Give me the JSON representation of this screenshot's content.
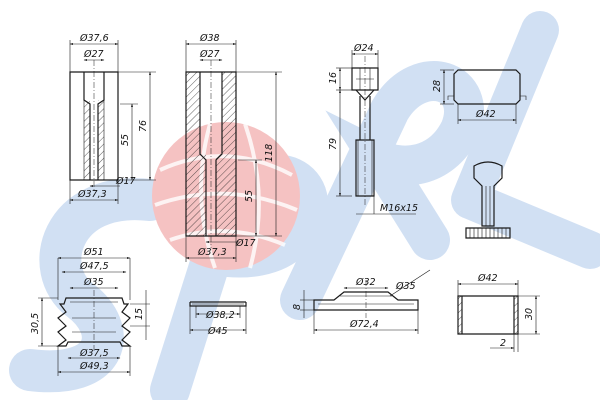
{
  "drawing": {
    "watermark": {
      "text": "SPRL",
      "color_blue": "#c9dbf2",
      "color_red": "#f4b8b8"
    },
    "part1": {
      "d_outer_top": "Ø37,6",
      "d_bore_top": "Ø27",
      "height_total": "76",
      "height_bore": "55",
      "d_hole": "Ø17",
      "d_outer_bottom": "Ø37,3"
    },
    "part2": {
      "d_outer_top": "Ø38",
      "d_bore_top": "Ø27",
      "height_total": "118",
      "height_bore": "55",
      "d_hole": "Ø17",
      "d_outer_bottom": "Ø37,3"
    },
    "bolt": {
      "d_head": "Ø24",
      "head_height": "16",
      "length": "79",
      "thread": "M16x15"
    },
    "cap": {
      "height": "28",
      "diameter": "Ø42"
    },
    "boot": {
      "d_top": "Ø51",
      "d_flange": "Ø47,5",
      "d_inner_top": "Ø35",
      "height_total": "30,5",
      "height_right": "15",
      "d_inner_bottom": "Ø37,5",
      "d_bottom": "Ø49,3"
    },
    "ring": {
      "d_inner": "Ø38,2",
      "d_outer": "Ø45"
    },
    "plate": {
      "d_center": "Ø32",
      "d_rim": "Ø35",
      "height": "8",
      "d_outer": "Ø72,4"
    },
    "sleeve": {
      "diameter": "Ø42",
      "height": "30",
      "wall": "2"
    }
  }
}
